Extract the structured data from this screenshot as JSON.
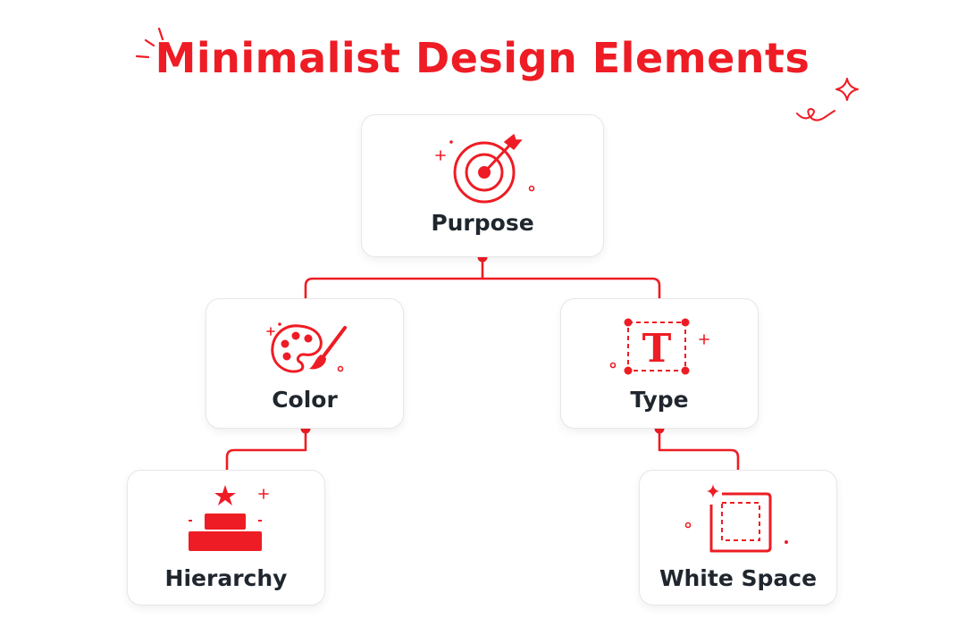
{
  "title": "Minimalist Design Elements",
  "colors": {
    "accent": "#ee1c24",
    "text": "#1f262e",
    "card_border": "#e6e6e6",
    "background": "#ffffff"
  },
  "nodes": {
    "purpose": {
      "label": "Purpose",
      "icon": "target-arrow-icon"
    },
    "color": {
      "label": "Color",
      "icon": "paint-palette-icon"
    },
    "type": {
      "label": "Type",
      "icon": "typography-t-icon"
    },
    "hierarchy": {
      "label": "Hierarchy",
      "icon": "podium-star-icon"
    },
    "white_space": {
      "label": "White Space",
      "icon": "white-space-frame-icon"
    }
  },
  "edges": [
    {
      "from": "Purpose",
      "to": "Color"
    },
    {
      "from": "Purpose",
      "to": "Type"
    },
    {
      "from": "Color",
      "to": "Hierarchy"
    },
    {
      "from": "Type",
      "to": "White Space"
    }
  ]
}
